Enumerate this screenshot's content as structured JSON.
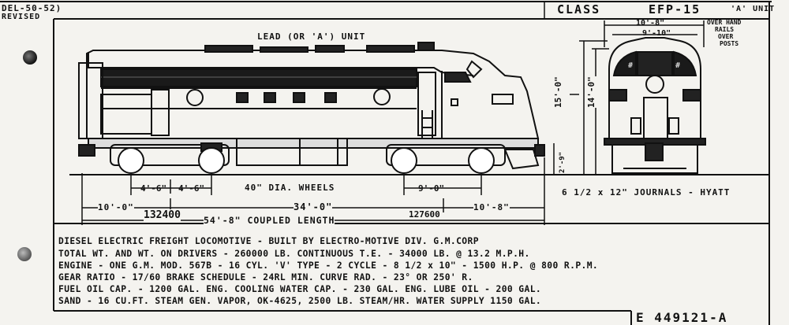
{
  "header": {
    "date": "DEL-50-52)",
    "revised": "REVISED",
    "class_label": "CLASS",
    "class_code": "EFP-15",
    "unit_type": "'A' UNIT"
  },
  "side_view": {
    "unit_label": "LEAD (OR 'A') UNIT",
    "wheel_spacing_1": "4'-6\"",
    "wheel_spacing_2": "4'-6\"",
    "wheels_label": "40\" DIA. WHEELS",
    "wheel_spacing_3": "9'-0\"",
    "overhang_left": "10'-0\"",
    "truck_centers": "34'-0\"",
    "overhang_right": "10'-8\"",
    "load_front": "132400",
    "coupled_length": "54'-8\" COUPLED LENGTH",
    "load_rear": "127600",
    "journals": "6 1/2 x 12\" JOURNALS - HYATT"
  },
  "end_view": {
    "width_1": "10'-8\"",
    "width_2": "9'-10\"",
    "overhang_note_1": "OVER HAND",
    "overhang_note_2": "RAILS",
    "overhang_note_3": "OVER",
    "overhang_note_4": "POSTS",
    "height_1": "15'-0\"",
    "height_2": "14'-0\"",
    "coupler_height": "2'-9\""
  },
  "specs": {
    "line1": "DIESEL ELECTRIC FREIGHT LOCOMOTIVE - BUILT BY ELECTRO-MOTIVE DIV. G.M.CORP",
    "line2": "TOTAL WT. AND WT. ON DRIVERS - 260000 LB.    CONTINUOUS T.E. - 34000 LB. @ 13.2 M.P.H.",
    "line3": "ENGINE - ONE G.M. MOD. 567B - 16 CYL. 'V' TYPE - 2 CYCLE - 8 1/2 x 10\" - 1500 H.P. @ 800 R.P.M.",
    "line4": "GEAR RATIO - 17/60   BRAKE SCHEDULE - 24RL   MIN. CURVE RAD. - 23° OR 250' R.",
    "line5": "FUEL OIL CAP. - 1200 GAL. ENG. COOLING WATER CAP. - 230 GAL. ENG. LUBE OIL - 200 GAL.",
    "line6": "SAND - 16 CU.FT.  STEAM GEN. VAPOR, OK-4625, 2500 LB. STEAM/HR.  WATER SUPPLY 1150 GAL."
  },
  "drawing_number": "E 449121-A"
}
